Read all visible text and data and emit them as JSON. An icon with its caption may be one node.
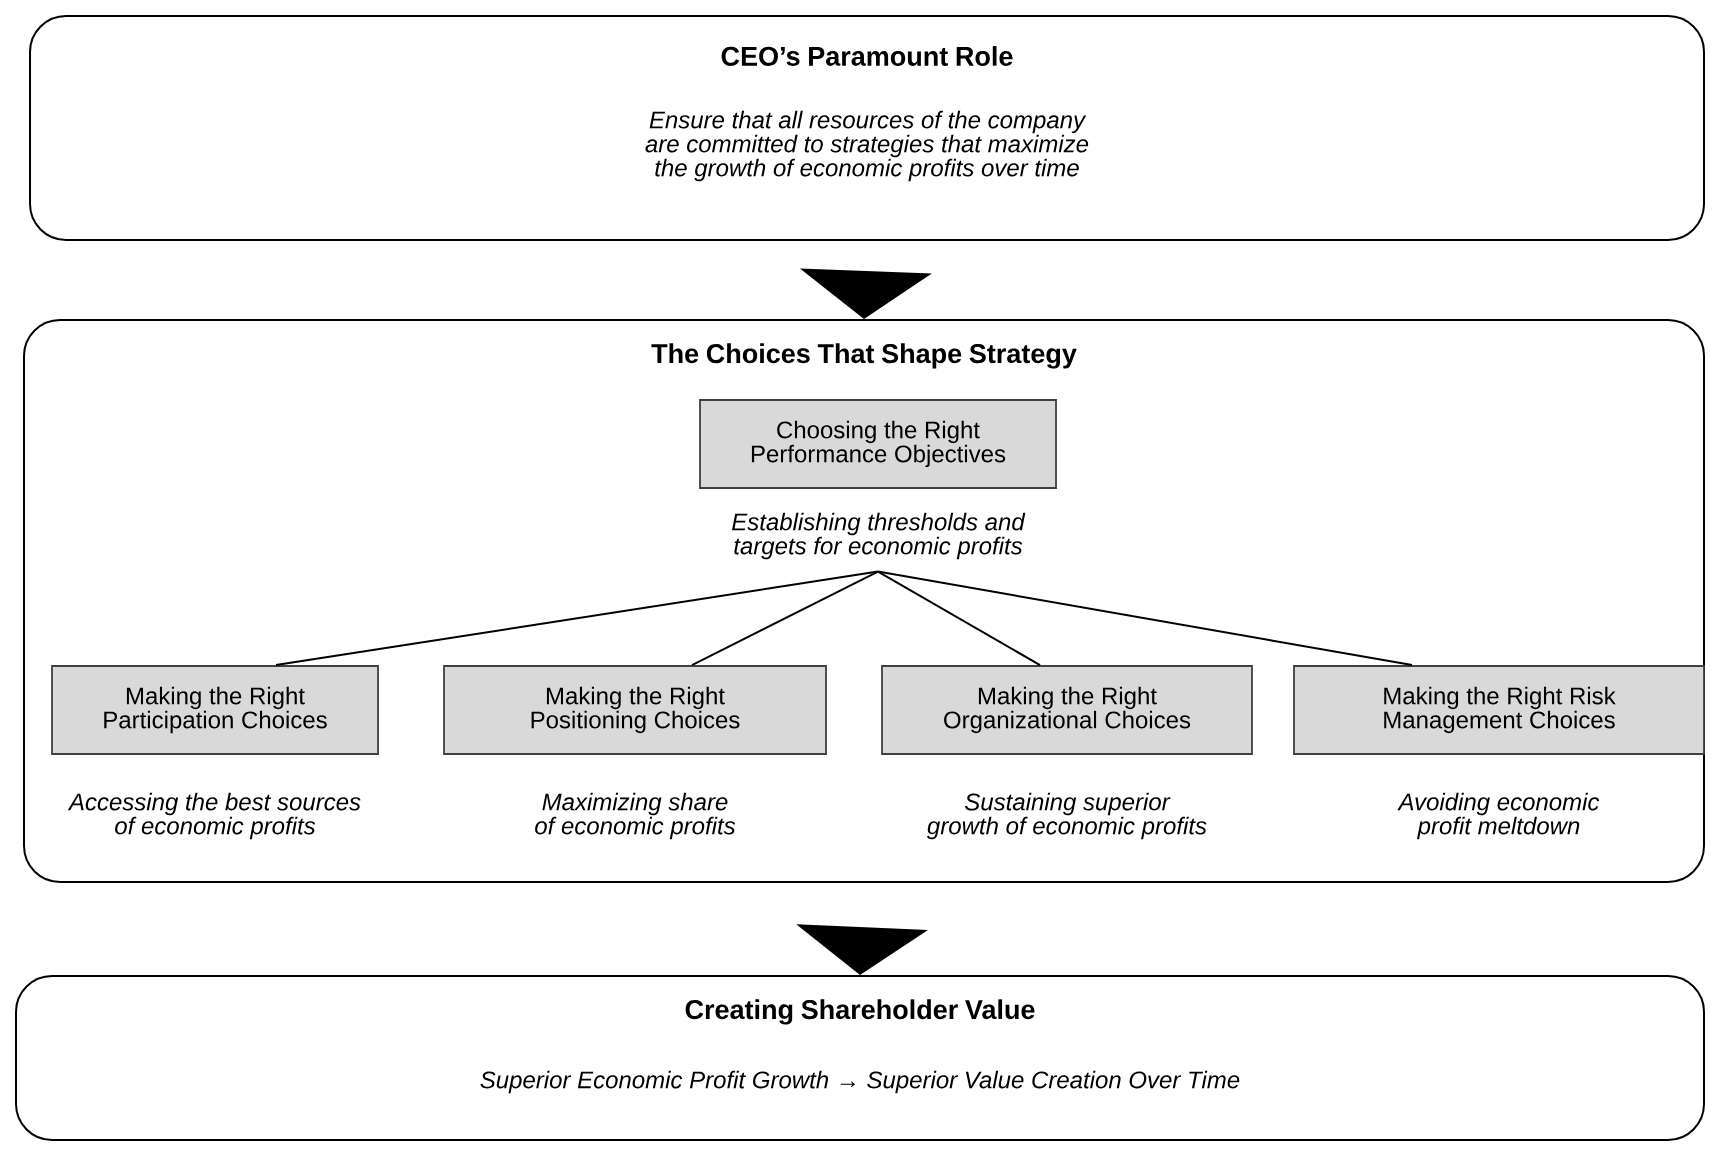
{
  "diagram": {
    "nodes": [
      {
        "text": [
          "CEO’s Paramount Role",
          "Ensure that all resources of the company are committed to strategies that maximize the growth of economic profits over time"
        ]
      },
      {
        "text": [
          "The Choices That Shape Strategy"
        ]
      },
      {
        "text": [
          "Choosing the Right Performance Objectives"
        ],
        "in": 1,
        "beside": [
          "Establishing thresholds and targets for economic profits"
        ]
      },
      {
        "text": [
          "Making the Right Participation Choices"
        ],
        "in": 1,
        "beside": [
          "Accessing the best sources of economic profits"
        ]
      },
      {
        "text": [
          "Making the Right Positioning Choices"
        ],
        "in": 1,
        "beside": [
          "Maximizing share of economic profits"
        ]
      },
      {
        "text": [
          "Making the Right Organizational Choices"
        ],
        "in": 1,
        "beside": [
          "Sustaining superior growth of economic profits"
        ]
      },
      {
        "text": [
          "Making the Right Risk Management Choices"
        ],
        "in": 1,
        "beside": [
          "Avoiding economic profit meltdown"
        ]
      },
      {
        "text": [
          "Creating Shareholder Value",
          "Superior Economic Profit Growth → Superior Value Creation Over Time"
        ]
      }
    ],
    "edges": [
      {
        "from": 0,
        "to": 1,
        "arrow": "to"
      },
      {
        "from": 2,
        "to": 3,
        "arrow": "none"
      },
      {
        "from": 2,
        "to": 4,
        "arrow": "none"
      },
      {
        "from": 2,
        "to": 5,
        "arrow": "none"
      },
      {
        "from": 2,
        "to": 6,
        "arrow": "none"
      },
      {
        "from": 1,
        "to": 7,
        "arrow": "to"
      }
    ]
  }
}
